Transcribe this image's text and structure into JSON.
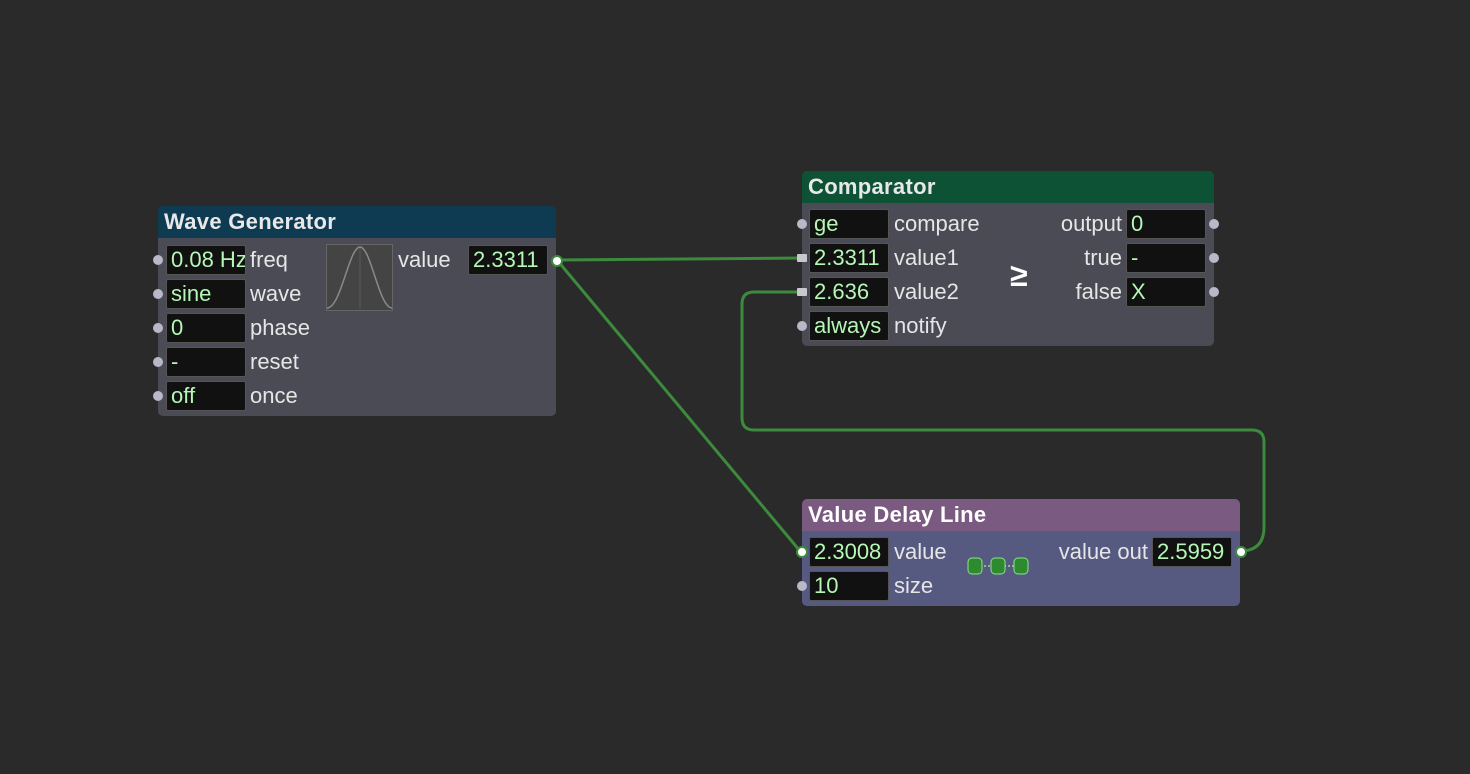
{
  "wave_generator": {
    "title": "Wave Generator",
    "inputs": [
      {
        "value": "0.08 Hz",
        "label": "freq"
      },
      {
        "value": "sine",
        "label": "wave"
      },
      {
        "value": "0",
        "label": "phase"
      },
      {
        "value": "-",
        "label": "reset"
      },
      {
        "value": "off",
        "label": "once"
      }
    ],
    "output": {
      "label": "value",
      "value": "2.3311"
    }
  },
  "comparator": {
    "title": "Comparator",
    "inputs": [
      {
        "value": "ge",
        "label": "compare"
      },
      {
        "value": "2.3311",
        "label": "value1"
      },
      {
        "value": "2.636",
        "label": "value2"
      },
      {
        "value": "always",
        "label": "notify"
      }
    ],
    "operator_symbol": "≥",
    "outputs": [
      {
        "label": "output",
        "value": "0"
      },
      {
        "label": "true",
        "value": "-"
      },
      {
        "label": "false",
        "value": "X"
      }
    ]
  },
  "value_delay_line": {
    "title": "Value Delay Line",
    "inputs": [
      {
        "value": "2.3008",
        "label": "value"
      },
      {
        "value": "10",
        "label": "size"
      }
    ],
    "output": {
      "label": "value out",
      "value": "2.5959"
    }
  },
  "colors": {
    "background": "#2a2a2b",
    "wave_title": "#0e3a52",
    "comparator_title": "#0d5235",
    "delay_title": "#7a5a80",
    "node_body": "#4b4b55",
    "delay_body": "#565a80",
    "wire": "#3c8a3c",
    "value_text": "#b5f7b5"
  }
}
